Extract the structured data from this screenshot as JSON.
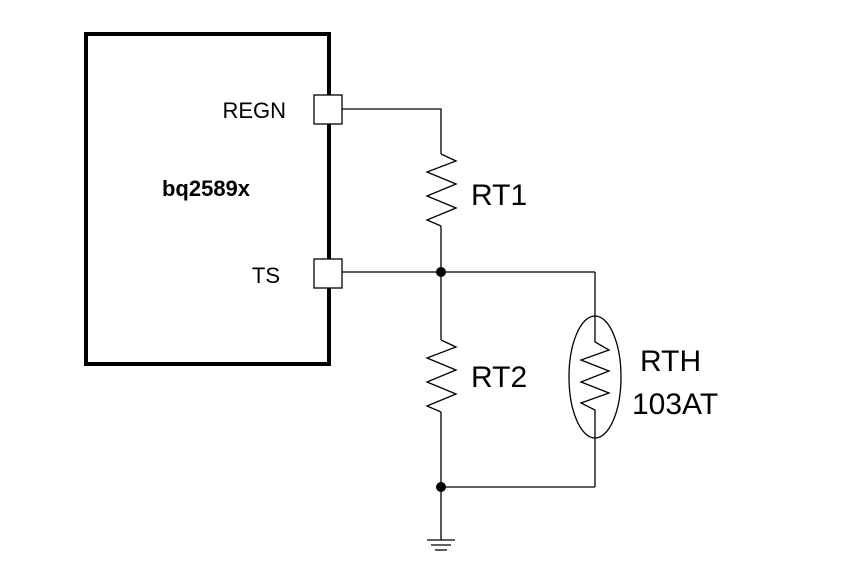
{
  "ic": {
    "name": "bq2589x",
    "pins": {
      "regn": "REGN",
      "ts": "TS"
    }
  },
  "components": {
    "rt1": "RT1",
    "rt2": "RT2",
    "thermistor": {
      "ref": "RTH",
      "value": "103AT"
    }
  }
}
